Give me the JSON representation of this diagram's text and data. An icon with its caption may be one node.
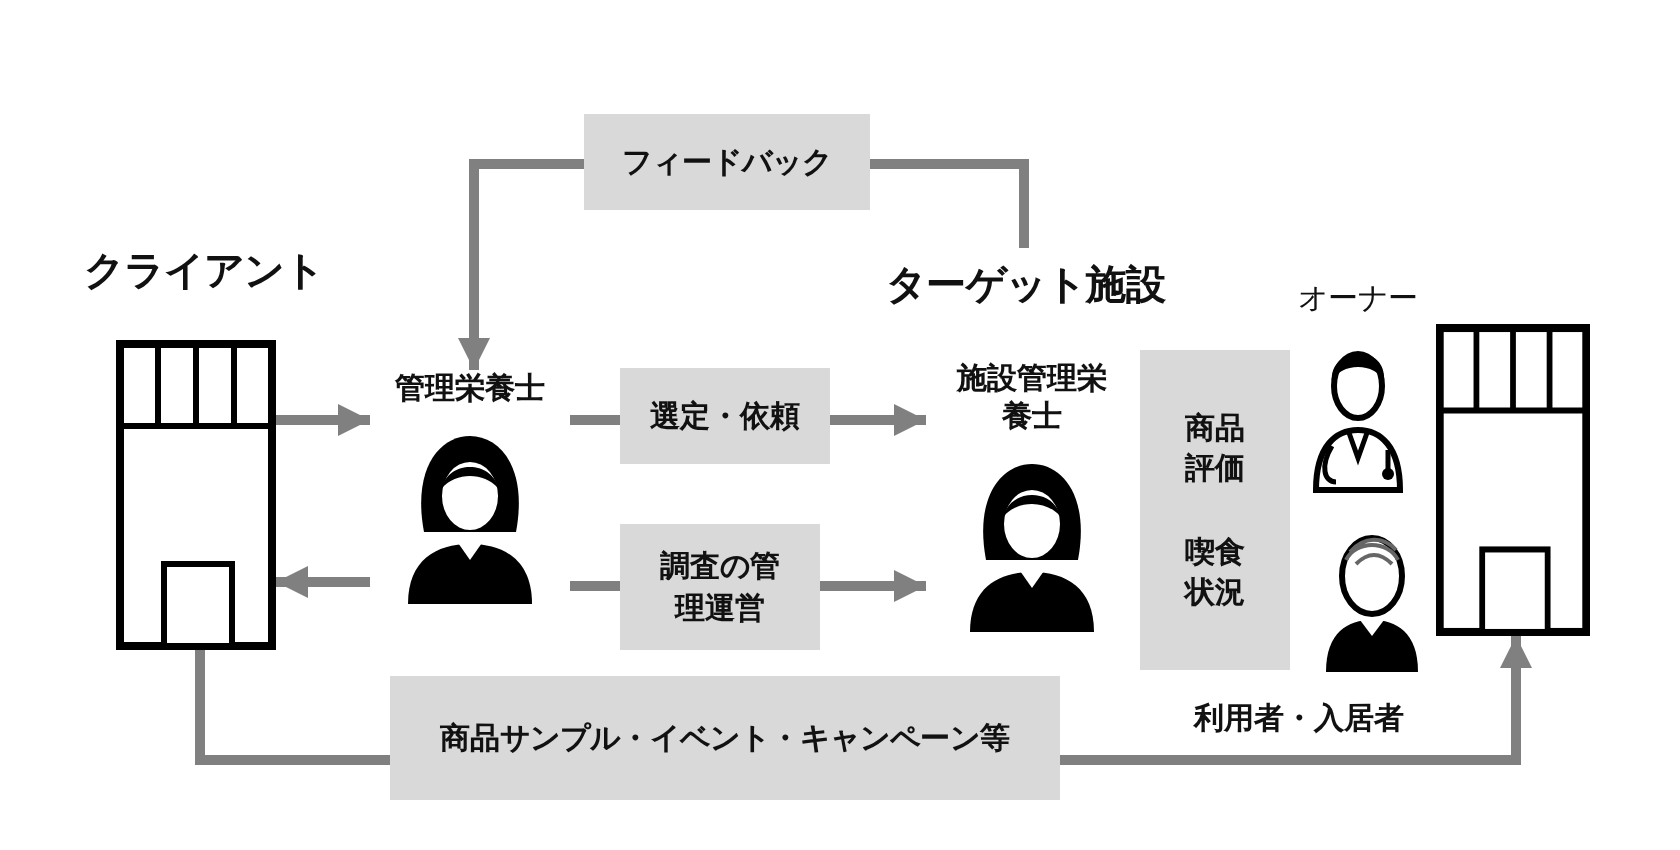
{
  "diagram": {
    "nodes": [
      {
        "text": [],
        "shape": "building"
      },
      {
        "text": [
          "管理栄養士"
        ]
      },
      {
        "text": [
          "選定・依頼"
        ]
      },
      {
        "text": [
          "調査の管理運営"
        ]
      },
      {
        "text": [
          "フィードバック"
        ]
      },
      {
        "text": [
          "ターゲット施設"
        ]
      },
      {
        "text": [
          "施設管理栄養士"
        ]
      },
      {
        "text": [
          "商品評価",
          "喫食状況"
        ]
      },
      {
        "text": [
          "オーナー"
        ]
      },
      {
        "text": [],
        "shape": "person",
        "beside": [
          "利用者・入居者"
        ]
      },
      {
        "text": [],
        "shape": "building"
      },
      {
        "text": [
          "商品サンプル・イベント・キャンペーン等"
        ]
      }
    ],
    "edges": [
      {
        "from": 0,
        "to": 1,
        "arrow": "to"
      },
      {
        "from": 1,
        "to": 0,
        "arrow": "to"
      },
      {
        "from": 1,
        "to": 2,
        "arrow": "none"
      },
      {
        "from": 2,
        "to": 6,
        "arrow": "to"
      },
      {
        "from": 1,
        "to": 3,
        "arrow": "none"
      },
      {
        "from": 3,
        "to": 6,
        "arrow": "to"
      },
      {
        "from": 5,
        "to": 4,
        "arrow": "none"
      },
      {
        "from": 4,
        "to": 1,
        "arrow": "to"
      },
      {
        "from": 0,
        "to": 11,
        "arrow": "none"
      },
      {
        "from": 11,
        "to": 10,
        "arrow": "to"
      }
    ],
    "labels": [
      "クライアント"
    ]
  }
}
